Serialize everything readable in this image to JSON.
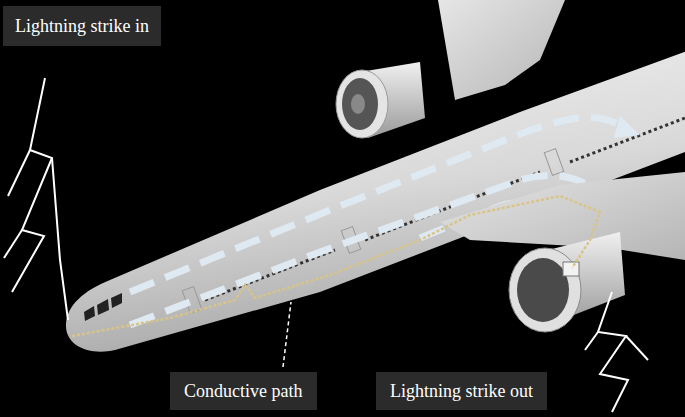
{
  "diagram": {
    "nodes": [
      {
        "text": [
          "Lightning strike in"
        ]
      },
      {
        "text": [
          "Conductive path"
        ]
      },
      {
        "text": [
          "Lightning strike out"
        ]
      }
    ]
  }
}
